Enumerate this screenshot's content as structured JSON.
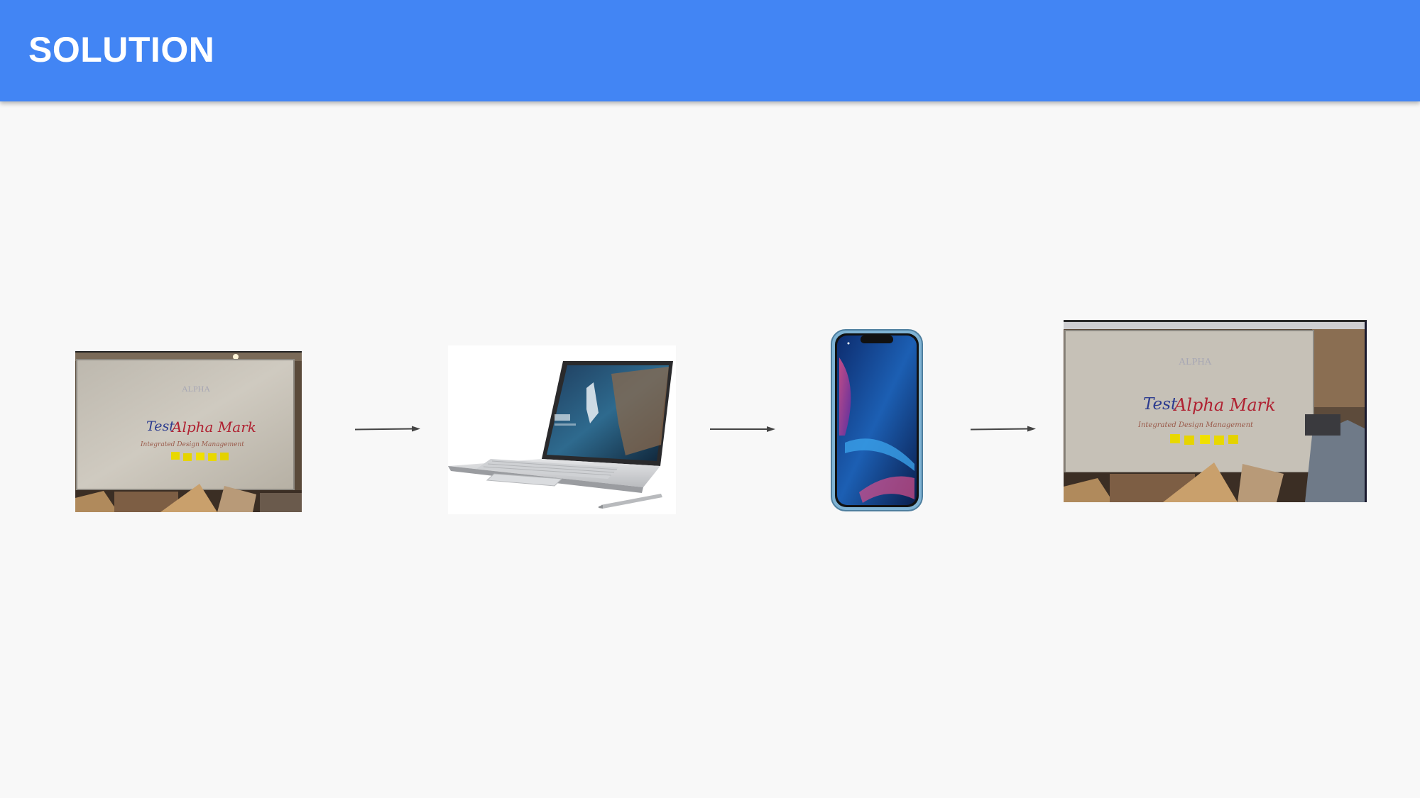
{
  "slide": {
    "title": "SOLUTION",
    "header_color": "#4285f4",
    "background_color": "#f8f8f8"
  },
  "flow": {
    "steps": [
      {
        "name": "whiteboard-photo-input",
        "icon": "whiteboard-photo"
      },
      {
        "name": "laptop",
        "icon": "laptop-icon"
      },
      {
        "name": "smartphone",
        "icon": "smartphone-icon"
      },
      {
        "name": "whiteboard-photo-output",
        "icon": "whiteboard-photo"
      }
    ],
    "arrows": [
      "arrow-right-icon",
      "arrow-right-icon",
      "arrow-right-icon"
    ]
  },
  "whiteboard_text": {
    "header": "ALPHA",
    "line1_blue": "Test",
    "line1_red": "Alpha Mark",
    "line2": "Integrated Design Management"
  }
}
